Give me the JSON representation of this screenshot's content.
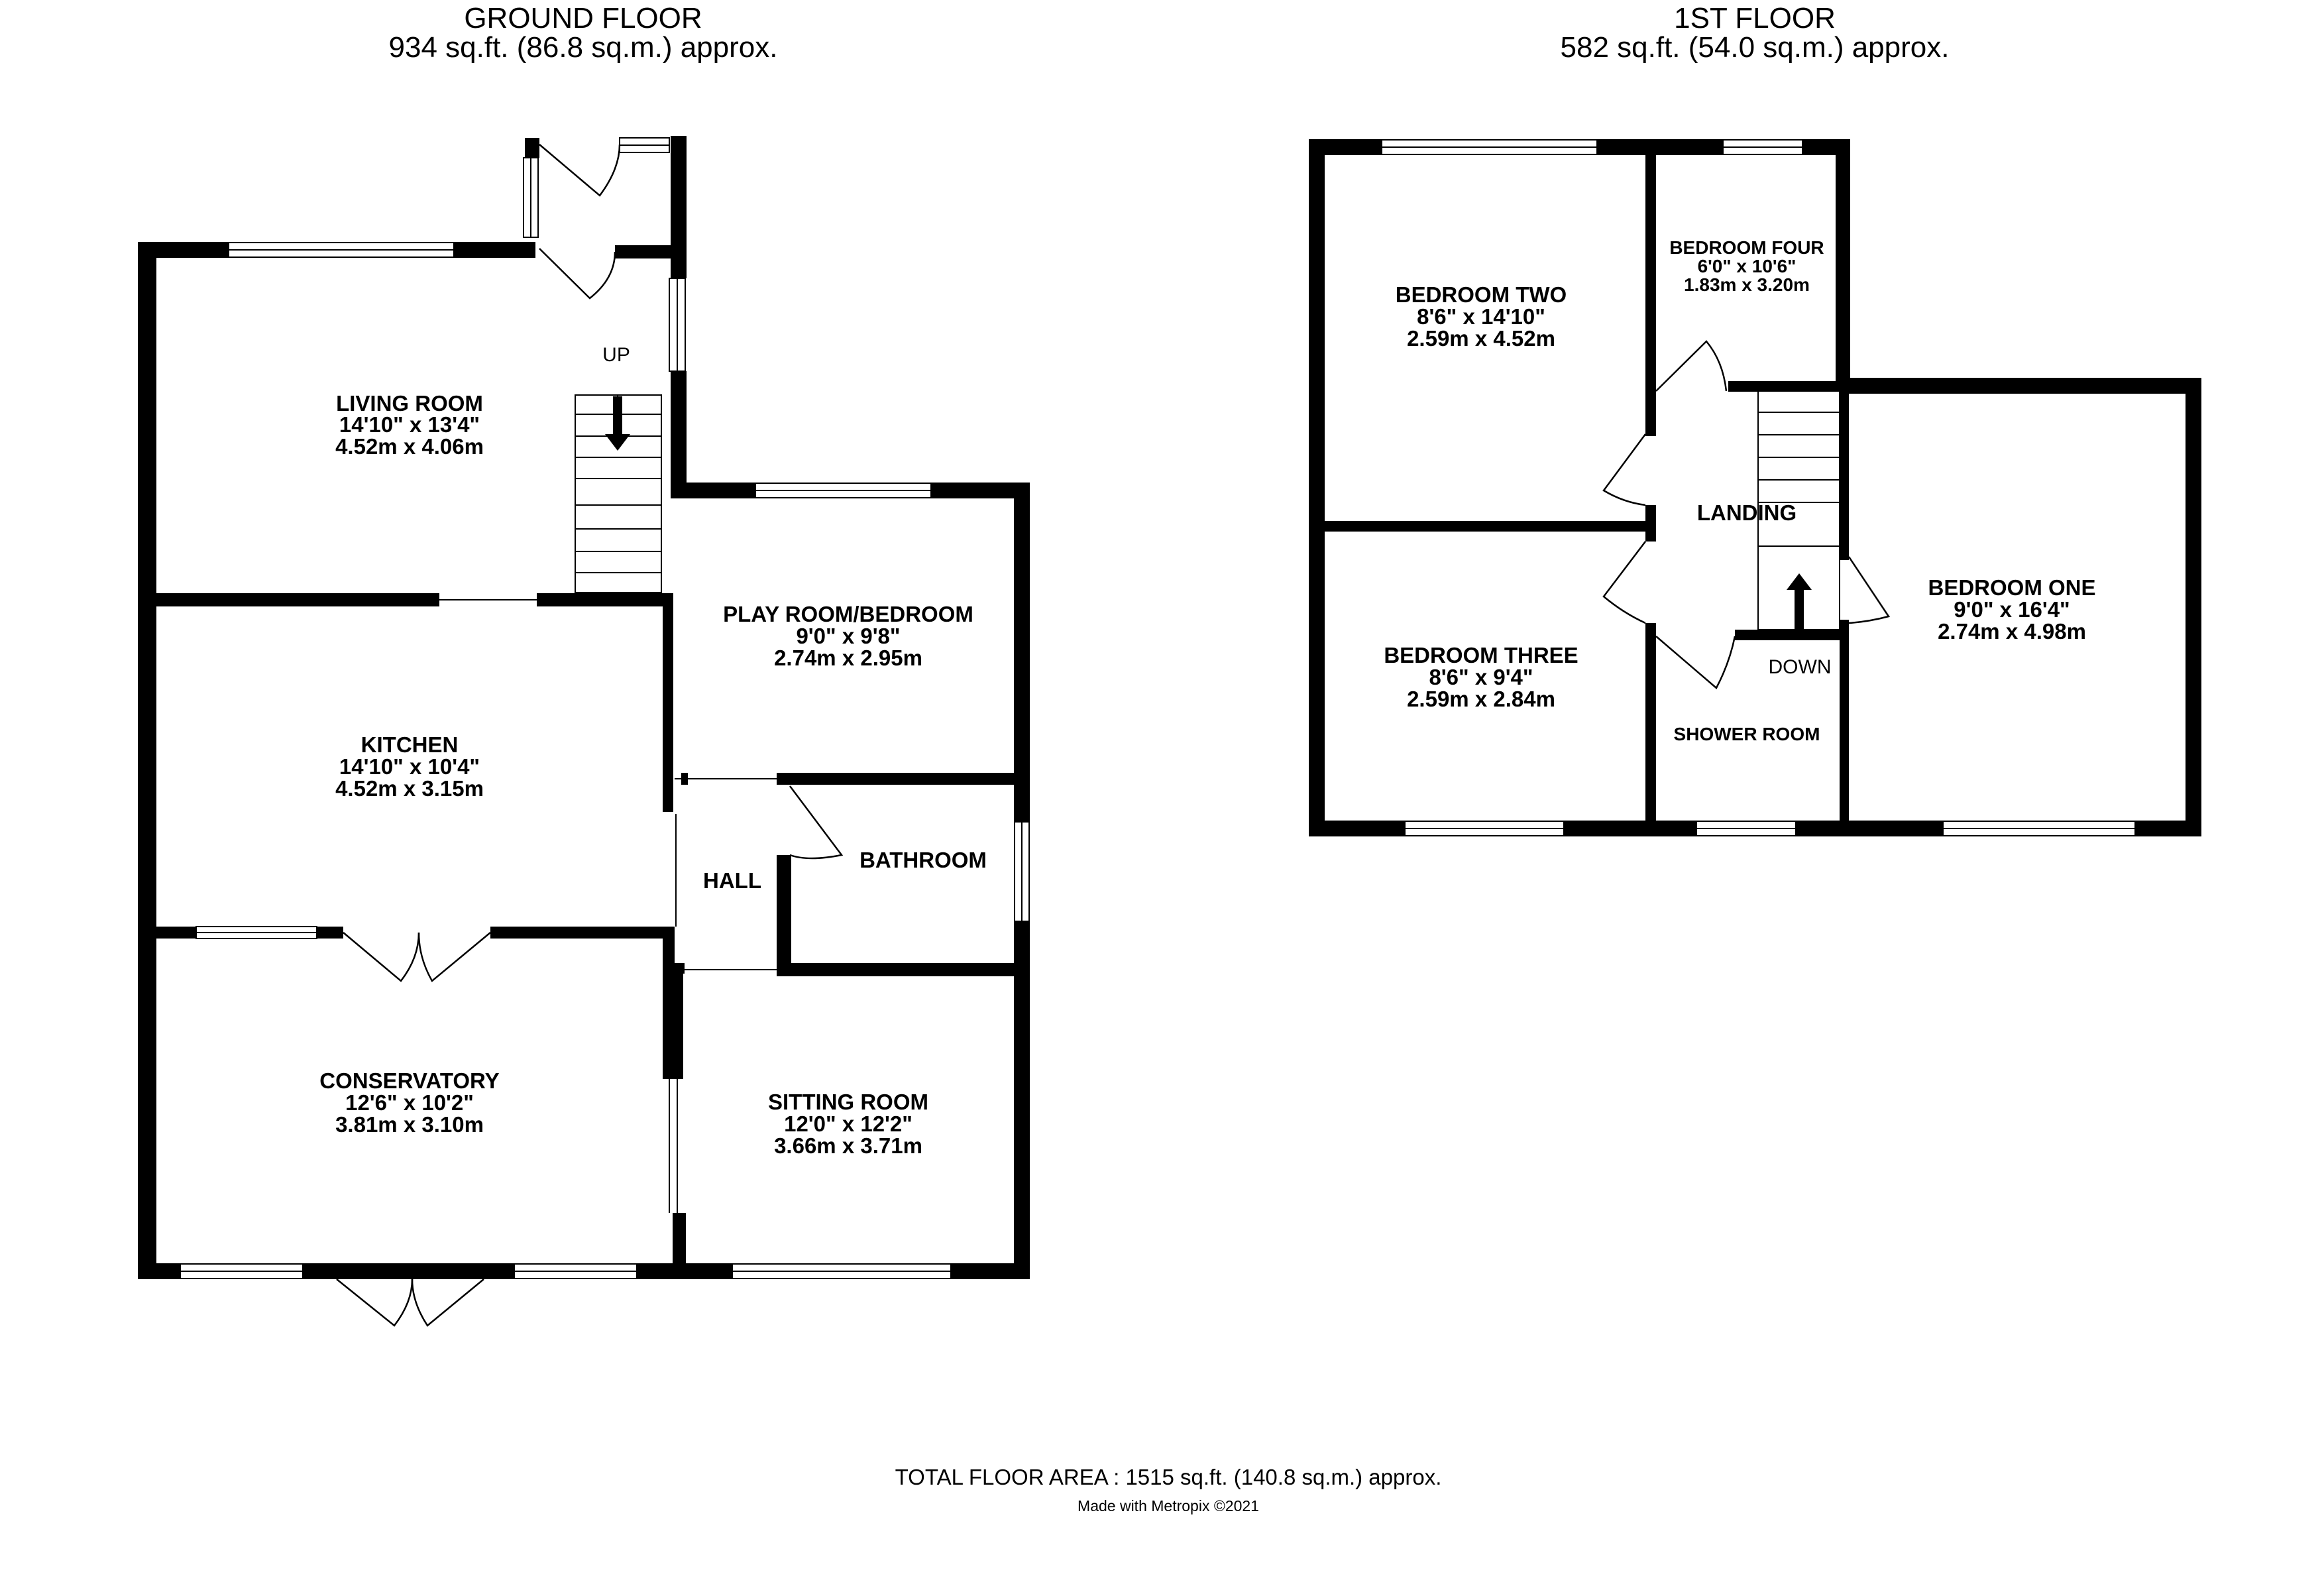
{
  "ground_floor": {
    "title": "GROUND FLOOR",
    "area": "934 sq.ft. (86.8 sq.m.) approx.",
    "rooms": {
      "living_room": {
        "name": "LIVING ROOM",
        "imperial": "14'10\"  x 13'4\"",
        "metric": "4.52m  x 4.06m"
      },
      "kitchen": {
        "name": "KITCHEN",
        "imperial": "14'10\"  x 10'4\"",
        "metric": "4.52m  x 3.15m"
      },
      "conservatory": {
        "name": "CONSERVATORY",
        "imperial": "12'6\"  x 10'2\"",
        "metric": "3.81m  x 3.10m"
      },
      "play_room": {
        "name": "PLAY ROOM/BEDROOM",
        "imperial": "9'0\"  x 9'8\"",
        "metric": "2.74m  x 2.95m"
      },
      "hall": {
        "name": "HALL"
      },
      "bathroom": {
        "name": "BATHROOM"
      },
      "sitting_room": {
        "name": "SITTING ROOM",
        "imperial": "12'0\"  x 12'2\"",
        "metric": "3.66m  x 3.71m"
      }
    },
    "stairs_label": "UP"
  },
  "first_floor": {
    "title": "1ST FLOOR",
    "area": "582 sq.ft. (54.0 sq.m.) approx.",
    "rooms": {
      "bedroom_two": {
        "name": "BEDROOM TWO",
        "imperial": "8'6\"  x 14'10\"",
        "metric": "2.59m  x 4.52m"
      },
      "bedroom_four": {
        "name": "BEDROOM FOUR",
        "imperial": "6'0\"  x 10'6\"",
        "metric": "1.83m  x 3.20m"
      },
      "landing": {
        "name": "LANDING"
      },
      "bedroom_one": {
        "name": "BEDROOM ONE",
        "imperial": "9'0\"  x 16'4\"",
        "metric": "2.74m  x 4.98m"
      },
      "bedroom_three": {
        "name": "BEDROOM THREE",
        "imperial": "8'6\"  x 9'4\"",
        "metric": "2.59m  x 2.84m"
      },
      "shower_room": {
        "name": "SHOWER ROOM"
      }
    },
    "stairs_label": "DOWN"
  },
  "footer": {
    "total": "TOTAL FLOOR AREA : 1515 sq.ft. (140.8 sq.m.) approx.",
    "credit": "Made with Metropix ©2021"
  }
}
